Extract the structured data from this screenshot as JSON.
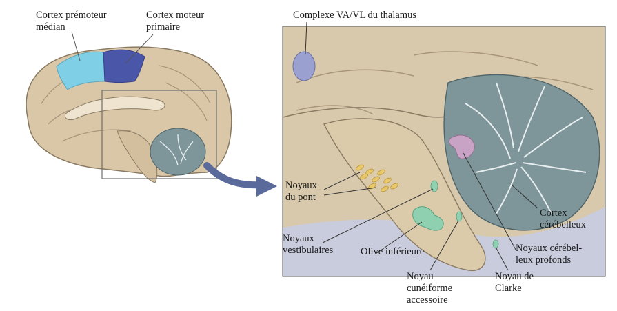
{
  "labels": {
    "premotor": [
      "Cortex prémoteur",
      "médian"
    ],
    "motor": [
      "Cortex moteur",
      "primaire"
    ],
    "thalamus": [
      "Complexe VA/VL du thalamus"
    ],
    "pontine": [
      "Noyaux",
      "du pont"
    ],
    "vestibular": [
      "Noyaux",
      "vestibulaires"
    ],
    "olive": [
      "Olive inférieure"
    ],
    "cuneate": [
      "Noyau",
      "cunéiforme",
      "accessoire"
    ],
    "clarke": [
      "Noyau de",
      "Clarke"
    ],
    "deep_nuclei": [
      "Noyaux cérébel-",
      "leux profonds"
    ],
    "cerebellar_cortex": [
      "Cortex",
      "cérébelleux"
    ]
  },
  "colors": {
    "background": "#ffffff",
    "brain_tissue": "#d9c7a8",
    "brain_fold": "#8a7a62",
    "premotor": "#7fcfe6",
    "motor": "#4a56a8",
    "thalamus": "#9aa0d0",
    "cerebellum": "#7e969a",
    "deep_nuclei": "#c9a3c6",
    "pontine_nuclei": "#e8c86a",
    "brainstem_nuclei": "#8fd0b0",
    "ventricle": "#c9ccdd",
    "arrow": "#5a6a9a"
  }
}
